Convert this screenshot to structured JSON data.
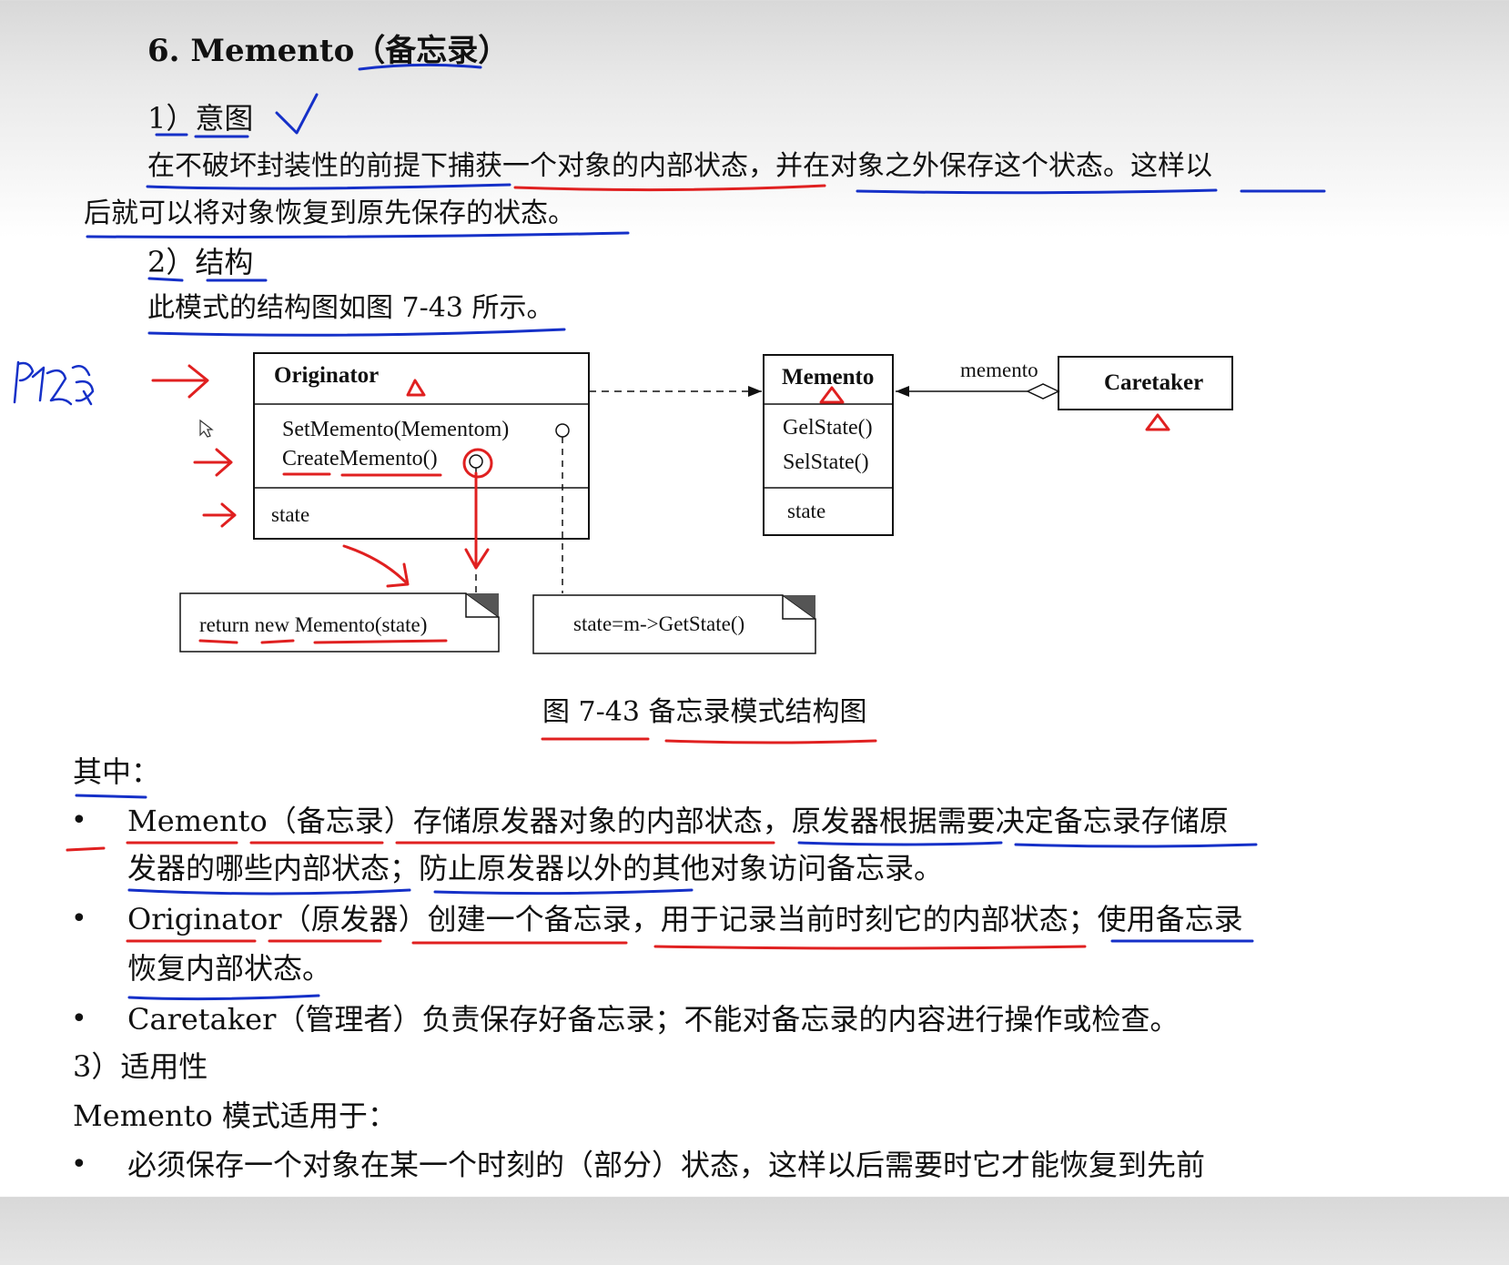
{
  "heading": "6.  Memento（备忘录）",
  "intent": {
    "label": "1）意图",
    "line1": "在不破坏封装性的前提下捕获一个对象的内部状态，并在对象之外保存这个状态。这样以",
    "line2": "后就可以将对象恢复到原先保存的状态。"
  },
  "structure": {
    "label": "2）结构",
    "intro": "此模式的结构图如图 7-43 所示。"
  },
  "diagram": {
    "originator": {
      "name": "Originator",
      "ops": [
        "SetMemento(Mementom)",
        "CreateMemento()"
      ],
      "attr": "state"
    },
    "memento": {
      "name": "Memento",
      "ops": [
        "GelState()",
        "SelState()"
      ],
      "attr": "state"
    },
    "caretaker": {
      "name": "Caretaker"
    },
    "assoc_label": "memento",
    "note1": "return new Memento(state)",
    "note2": "state=m->GetState()"
  },
  "figure_caption": "图 7-43    备忘录模式结构图",
  "participants": {
    "label": "其中：",
    "items": [
      {
        "line1": "Memento（备忘录）存储原发器对象的内部状态，原发器根据需要决定备忘录存储原",
        "line2": "发器的哪些内部状态；防止原发器以外的其他对象访问备忘录。"
      },
      {
        "line1": "Originator（原发器）创建一个备忘录，用于记录当前时刻它的内部状态；使用备忘录",
        "line2": "恢复内部状态。"
      },
      {
        "line1": "Caretaker（管理者）负责保存好备忘录；不能对备忘录的内容进行操作或检查。"
      }
    ]
  },
  "applicability": {
    "label": "3）适用性",
    "intro": "Memento 模式适用于：",
    "items": [
      "必须保存一个对象在某一个时刻的（部分）状态，这样以后需要时它才能恢复到先前"
    ]
  },
  "colors": {
    "red_ink": "#e02020",
    "blue_ink": "#1530c8",
    "text": "#111111"
  }
}
